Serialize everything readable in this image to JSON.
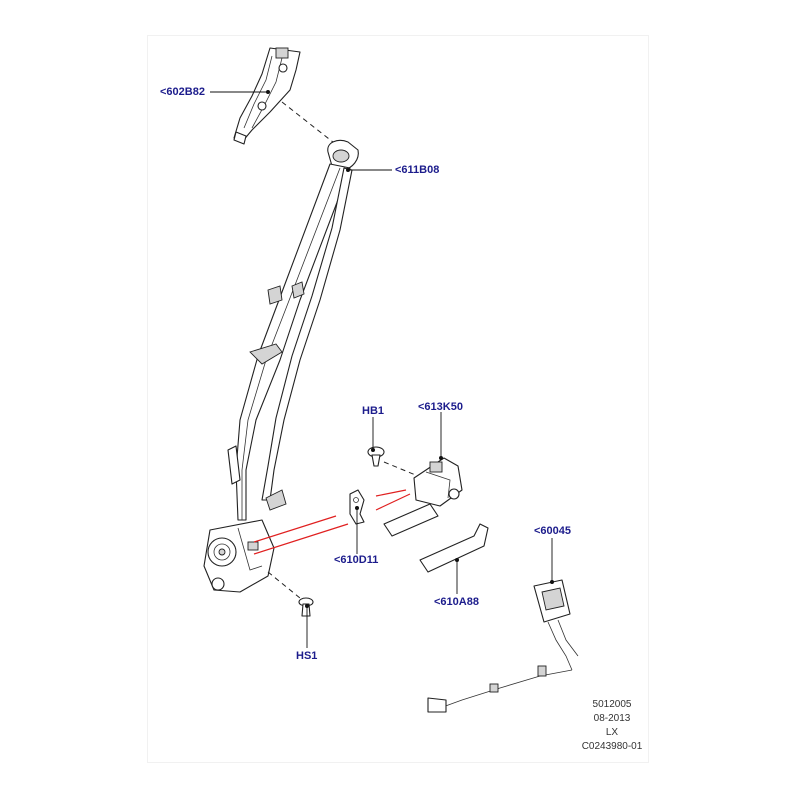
{
  "callouts": {
    "c602B82": "<602B82",
    "c611B08": "<611B08",
    "cHB1": "HB1",
    "c613K50": "<613K50",
    "c610D11": "<610D11",
    "c60045": "<60045",
    "c610A88": "<610A88",
    "cHS1": "HS1"
  },
  "meta": {
    "code": "5012005",
    "date": "08-2013",
    "model": "LX",
    "ref": "C0243980-01"
  },
  "colors": {
    "label": "#1c1c8c",
    "leader": "#111111",
    "highlight": "#e02020"
  }
}
